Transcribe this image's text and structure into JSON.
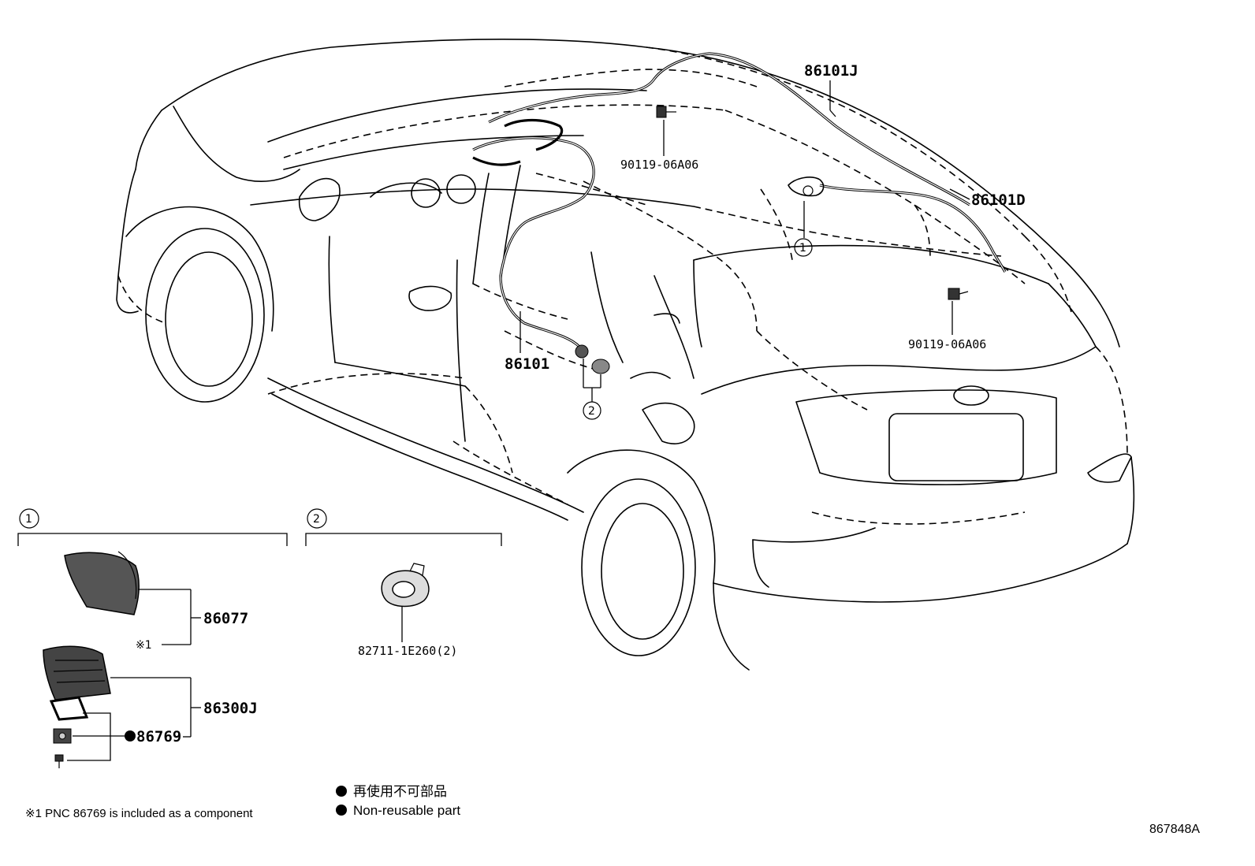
{
  "parts": {
    "harness_roof_right": "86101J",
    "bolt_upper": "90119-06A06",
    "harness_rear": "86101D",
    "bolt_rear": "90119-06A06",
    "harness_main": "86101",
    "antenna_cover": "86077",
    "antenna_assy": "86300J",
    "gasket": "86769",
    "clamp": "82711-1E260(2)"
  },
  "callouts": {
    "one": "1",
    "two": "2"
  },
  "marks": {
    "ref1": "※1"
  },
  "legend": {
    "jp": "再使用不可部品",
    "en": "Non-reusable part"
  },
  "footnote": "※1 PNC 86769 is included as a component",
  "figure_code": "867848A"
}
